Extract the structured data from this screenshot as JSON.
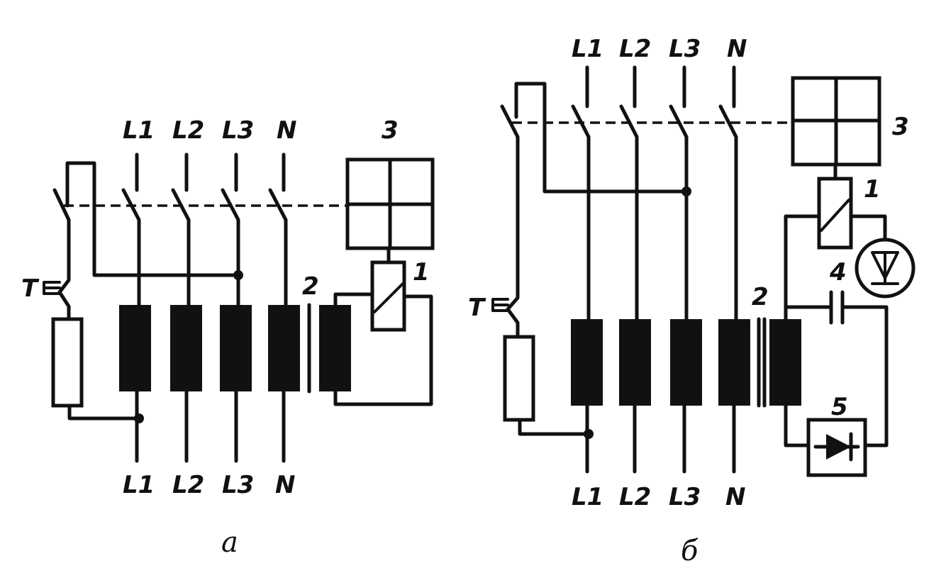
{
  "left": {
    "top_labels": [
      "L1",
      "L2",
      "L3",
      "N"
    ],
    "bottom_labels": [
      "L1",
      "L2",
      "L3",
      "N"
    ],
    "test_label": "T",
    "num_relay": "1",
    "num_transformer": "2",
    "num_mechanism": "3",
    "caption": "а"
  },
  "right": {
    "top_labels": [
      "L1",
      "L2",
      "L3",
      "N"
    ],
    "bottom_labels": [
      "L1",
      "L2",
      "L3",
      "N"
    ],
    "test_label": "T",
    "num_relay": "1",
    "num_transformer": "2",
    "num_mechanism": "3",
    "num_capacitor": "4",
    "num_rectifier": "5",
    "caption": "б"
  }
}
